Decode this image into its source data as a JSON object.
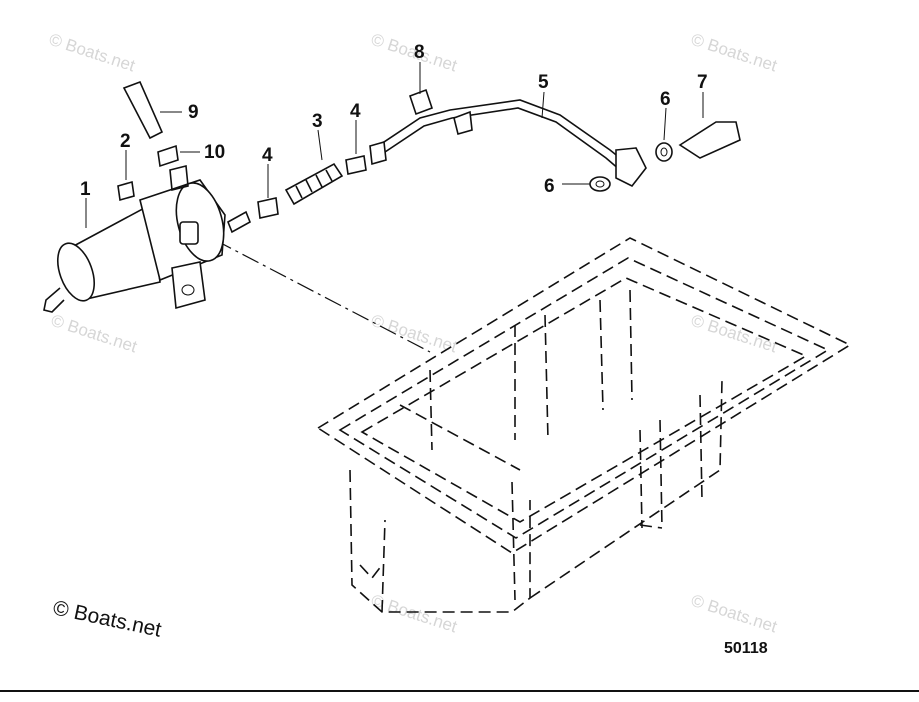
{
  "watermark": "© Boats.net",
  "copyright_text": "© Boats.net",
  "figure_number": "50118",
  "callouts": [
    "1",
    "2",
    "3",
    "4",
    "4",
    "5",
    "6",
    "6",
    "7",
    "8",
    "9",
    "10"
  ]
}
